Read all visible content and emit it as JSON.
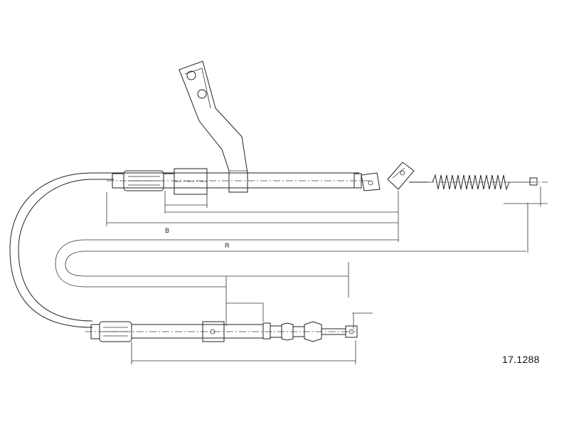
{
  "part_number": "17.1288",
  "dimension_labels": {
    "b": "B",
    "r": "R"
  }
}
